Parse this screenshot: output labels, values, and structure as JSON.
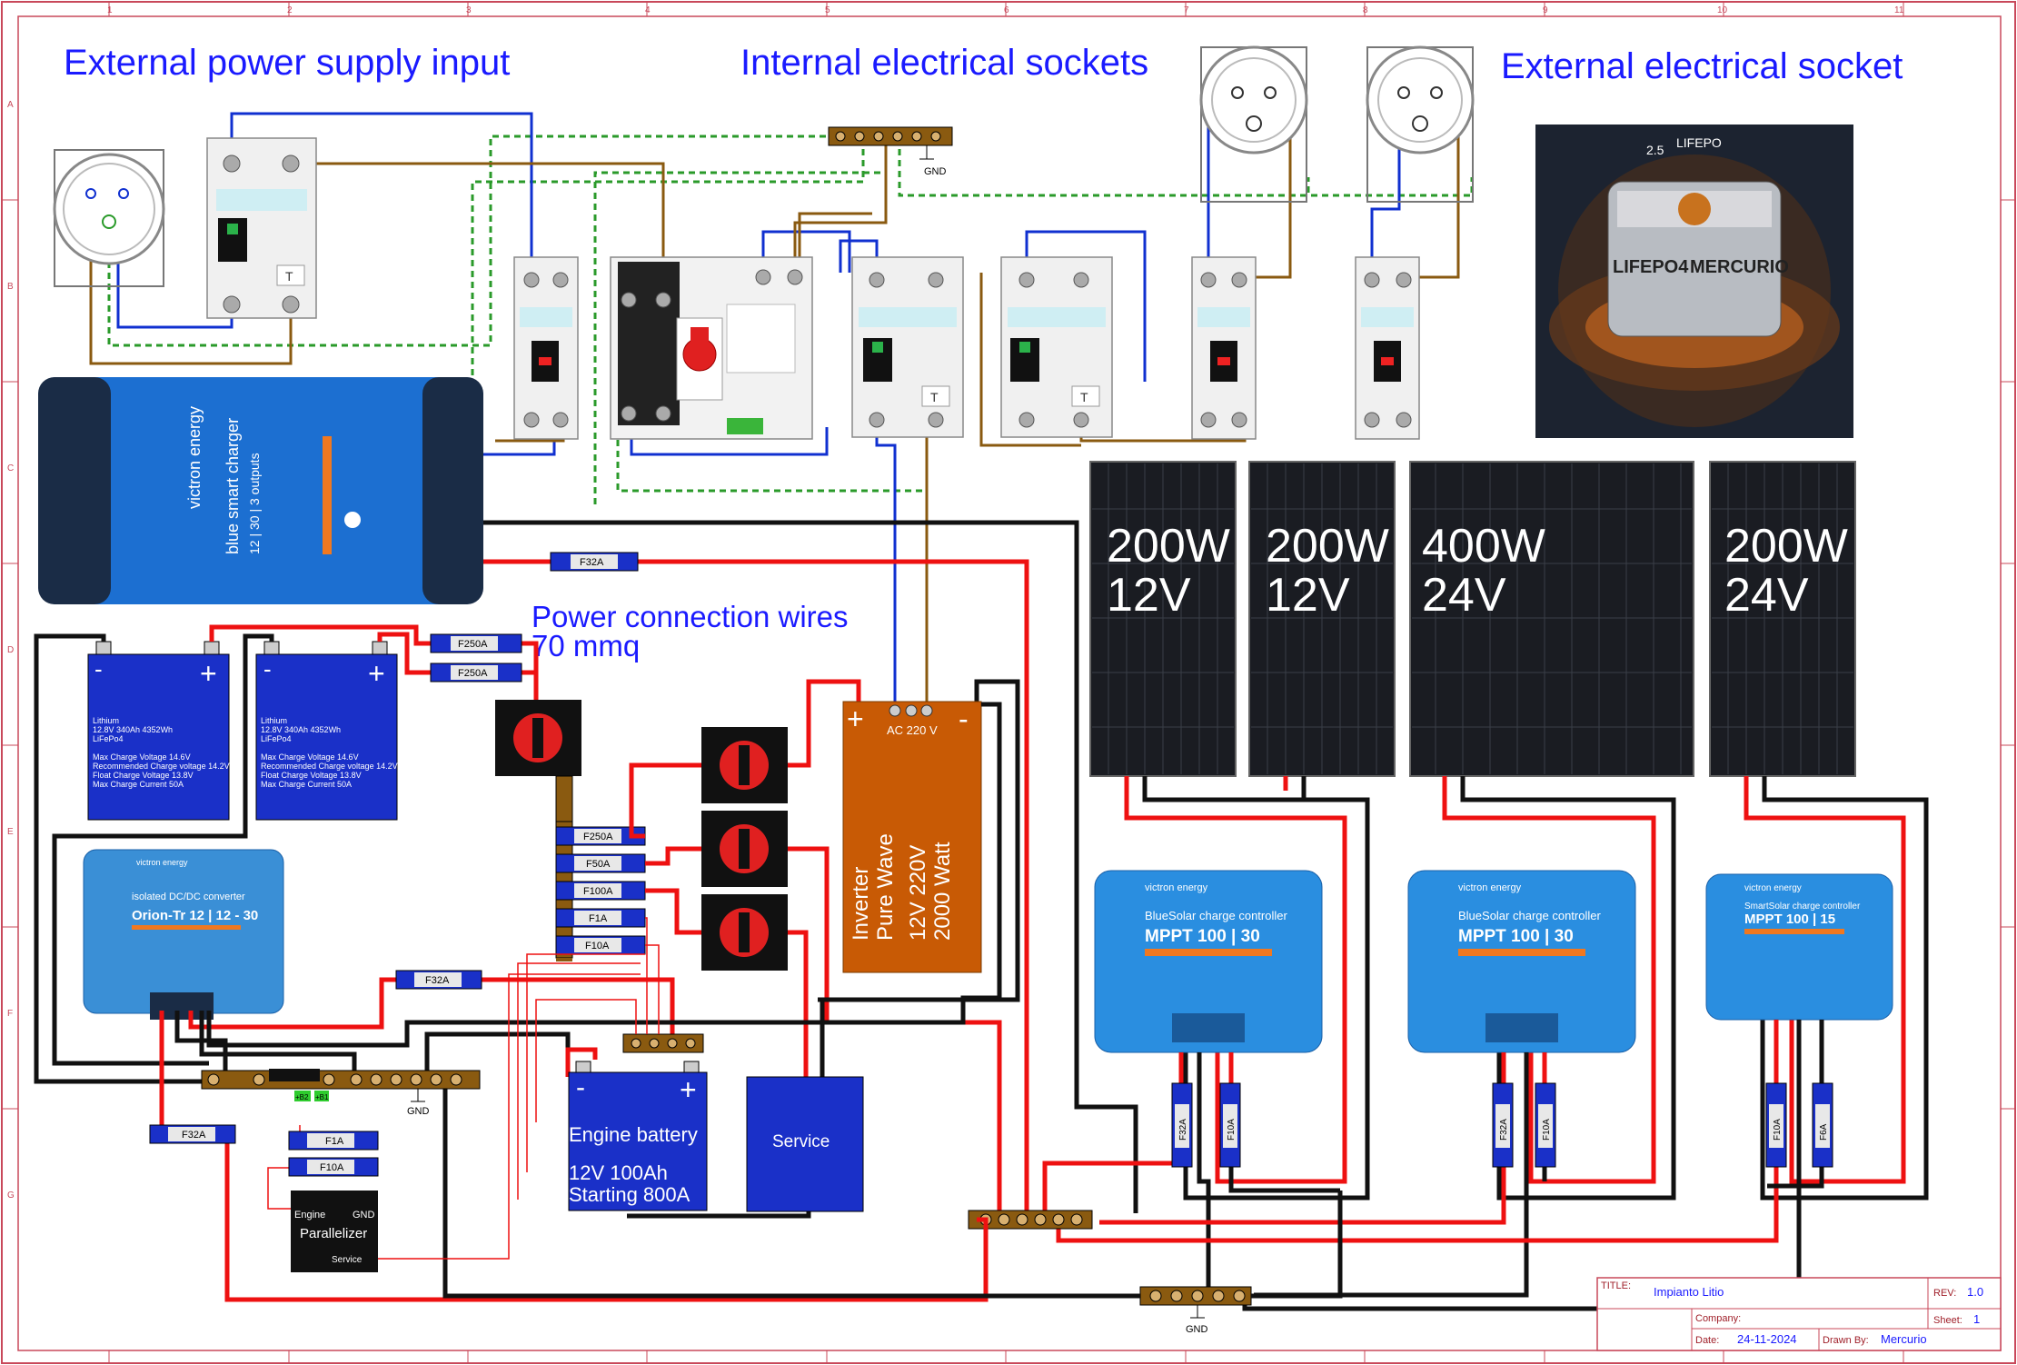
{
  "headings": {
    "external_input": "External power supply input",
    "internal_sockets": "Internal electrical sockets",
    "external_socket": "External electrical socket",
    "power_wires_line1": "Power connection wires",
    "power_wires_line2": "70 mmq"
  },
  "frame": {
    "col_markers": [
      "1",
      "2",
      "3",
      "4",
      "5",
      "6",
      "7",
      "8",
      "9",
      "10",
      "11"
    ],
    "row_markers": [
      "A",
      "B",
      "C",
      "D",
      "E",
      "F",
      "G"
    ]
  },
  "charger": {
    "brand": "victron energy",
    "model": "blue smart charger",
    "spec": "12 | 30 | 3 outputs"
  },
  "lifepo_image": {
    "text_top": "LIFEPO",
    "text_num": "2.5",
    "label1": "LIFEPO4",
    "label2": "MERCURIO"
  },
  "batteries": [
    {
      "minus": "-",
      "plus": "+",
      "line1": "Lithium",
      "line2": "12.8V 340Ah 4352Wh",
      "line3": "LiFePo4",
      "line4": "Max Charge Voltage 14.6V",
      "line5": "Recommended Charge voltage 14.2V",
      "line6": "Float Charge Voltage 13.8V",
      "line7": "Max Charge Current 50A"
    },
    {
      "minus": "-",
      "plus": "+",
      "line1": "Lithium",
      "line2": "12.8V 340Ah 4352Wh",
      "line3": "LiFePo4",
      "line4": "Max Charge Voltage 14.6V",
      "line5": "Recommended Charge voltage 14.2V",
      "line6": "Float Charge Voltage 13.8V",
      "line7": "Max Charge Current 50A"
    }
  ],
  "orion": {
    "brand": "victron energy",
    "sub": "isolated DC/DC converter",
    "model": "Orion-Tr 12 | 12 - 30"
  },
  "fuses": {
    "f250a_top1": "F250A",
    "f250a_top2": "F250A",
    "f32a_charger": "F32A",
    "f250a_dist": "F250A",
    "f50a": "F50A",
    "f100a": "F100A",
    "f1a_dist": "F1A",
    "f10a_dist": "F10A",
    "f32a_orion": "F32A",
    "f32a_left": "F32A",
    "f1a_par": "F1A",
    "f10a_par": "F10A",
    "mppt1_f32a": "F32A",
    "mppt1_f10a": "F10A",
    "mppt2_f32a": "F32A",
    "mppt2_f10a": "F10A",
    "mppt3_f10a": "F10A",
    "mppt3_f6a": "F6A"
  },
  "inverter": {
    "plus": "+",
    "minus": "-",
    "ac": "AC 220 V",
    "line1": "Inverter",
    "line2": "Pure Wave",
    "line3": "12V 220V",
    "line4": "2000 Watt"
  },
  "panels": [
    {
      "watt": "200W",
      "volt": "12V"
    },
    {
      "watt": "200W",
      "volt": "12V"
    },
    {
      "watt": "400W",
      "volt": "24V"
    },
    {
      "watt": "200W",
      "volt": "24V"
    }
  ],
  "mppts": [
    {
      "brand": "victron energy",
      "line1": "BlueSolar charge controller",
      "model": "MPPT 100 | 30"
    },
    {
      "brand": "victron energy",
      "line1": "BlueSolar charge controller",
      "model": "MPPT 100 | 30"
    },
    {
      "brand": "victron energy",
      "line1": "SmartSolar charge controller",
      "model": "MPPT 100 | 15"
    }
  ],
  "engine_battery": {
    "minus": "-",
    "plus": "+",
    "line1": "Engine battery",
    "line2": "12V 100Ah",
    "line3": "Starting 800A"
  },
  "service": {
    "label": "Service"
  },
  "parallelizer": {
    "engine": "Engine",
    "gnd": "GND",
    "title": "Parallelizer",
    "service": "Service"
  },
  "relay_tags": {
    "b1": "+B1",
    "b2": "+B2"
  },
  "gnd_labels": {
    "top": "GND",
    "mid": "GND",
    "bottom": "GND"
  },
  "breaker_t": "T",
  "title_block": {
    "title_label": "TITLE:",
    "title": "Impianto Litio",
    "rev_label": "REV:",
    "rev": "1.0",
    "company_label": "Company:",
    "company": "",
    "sheet_label": "Sheet:",
    "sheet": "1",
    "date_label": "Date:",
    "date": "24-11-2024",
    "drawn_label": "Drawn By:",
    "drawn": "Mercurio"
  },
  "colors": {
    "frame": "#c8485a",
    "blue_wire": "#1030d0",
    "brown_wire": "#8a5a10",
    "ground": "#2a9a2a",
    "red_wire": "#ee1111",
    "black_wire": "#111111",
    "heading": "#1a1aff",
    "battery_blue": "#1a30c8",
    "inverter": "#c85a05",
    "victron_blue": "#2a8ee0"
  }
}
